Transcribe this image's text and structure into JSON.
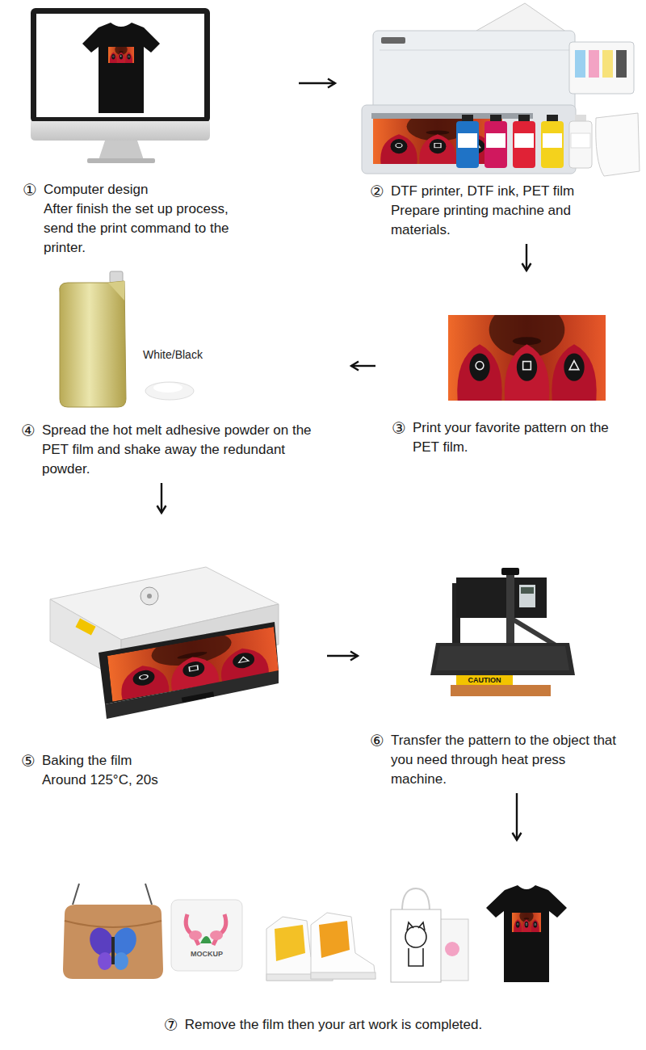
{
  "diagram": {
    "nodes": [
      {
        "text": [
          "①",
          "Computer design",
          "After finish the set up process, send the print command to the printer."
        ]
      },
      {
        "text": [
          "②",
          "DTF printer, DTF ink, PET film",
          "Prepare printing machine and materials."
        ]
      },
      {
        "text": [
          "③",
          "Print your favorite pattern on the PET film."
        ]
      },
      {
        "text": [
          "④",
          "Spread the hot melt adhesive powder on the PET film and shake away the redundant powder."
        ]
      },
      {
        "text": [
          "⑤",
          "Baking the film",
          "Around 125°C, 20s"
        ]
      },
      {
        "text": [
          "⑥",
          "Transfer the pattern to the object that you need through heat press machine."
        ]
      },
      {
        "text": [
          "⑦",
          "Remove the film then your art work is completed."
        ]
      }
    ],
    "edges": [
      {
        "from": 0,
        "to": 1,
        "arrow": "to"
      },
      {
        "from": 1,
        "to": 2,
        "arrow": "to"
      },
      {
        "from": 2,
        "to": 3,
        "arrow": "to"
      },
      {
        "from": 3,
        "to": 4,
        "arrow": "to"
      },
      {
        "from": 4,
        "to": 5,
        "arrow": "to"
      },
      {
        "from": 5,
        "to": 6,
        "arrow": "to"
      }
    ],
    "labels": [
      "White/Black",
      "CAUTION",
      "MOCKUP"
    ]
  }
}
